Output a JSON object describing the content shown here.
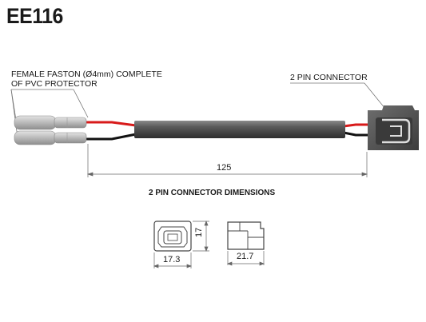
{
  "product_code": "EE116",
  "labels": {
    "faston_line1": "FEMALE FASTON (Ø4mm) COMPLETE",
    "faston_line2": "OF PVC PROTECTOR",
    "connector": "2 PIN CONNECTOR",
    "length": "125",
    "dimensions_title": "2 PIN CONNECTOR  DIMENSIONS",
    "width_front": "17.3",
    "height": "17",
    "width_side": "21.7"
  },
  "colors": {
    "wire_red": "#d81a1a",
    "wire_black": "#111111",
    "sheath": "#4d4d4d",
    "connector_body": "#5a5a5a",
    "terminal": "#b8b8b8",
    "line": "#555555"
  }
}
